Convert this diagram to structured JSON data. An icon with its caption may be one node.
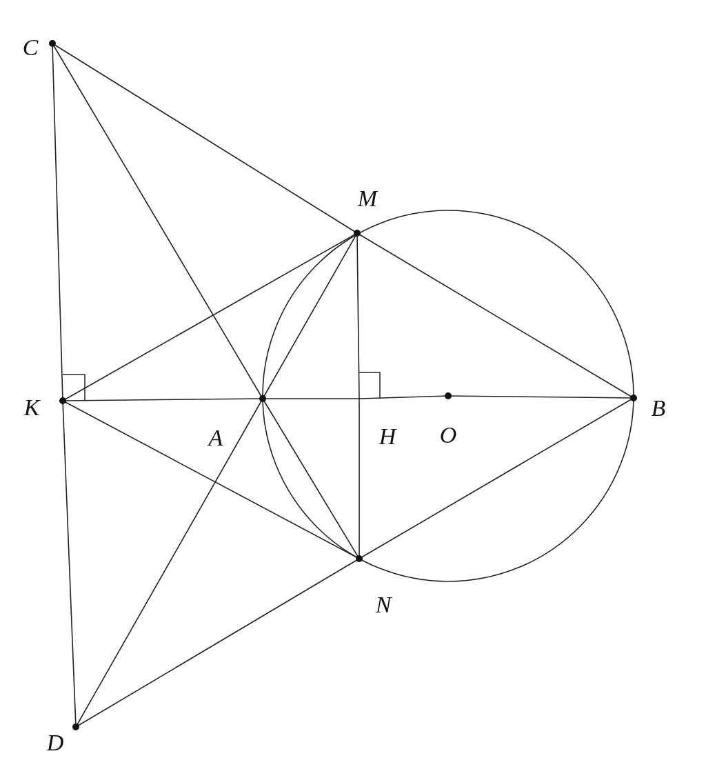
{
  "diagram": {
    "nodes": [
      {
        "text": [
          "C"
        ]
      },
      {
        "text": [
          "M"
        ]
      },
      {
        "text": [
          "K"
        ]
      },
      {
        "text": [
          "A"
        ]
      },
      {
        "text": [
          "H"
        ]
      },
      {
        "text": [
          "O"
        ]
      },
      {
        "text": [
          "B"
        ]
      },
      {
        "text": [
          "N"
        ]
      },
      {
        "text": [
          "D"
        ]
      }
    ],
    "edges": [
      {
        "from": 0,
        "to": 1,
        "arrow": "none"
      },
      {
        "from": 1,
        "to": 6,
        "arrow": "none"
      },
      {
        "from": 0,
        "to": 2,
        "arrow": "none"
      },
      {
        "from": 2,
        "to": 8,
        "arrow": "none"
      },
      {
        "from": 0,
        "to": 3,
        "arrow": "none"
      },
      {
        "from": 3,
        "to": 7,
        "arrow": "none"
      },
      {
        "from": 2,
        "to": 1,
        "arrow": "none"
      },
      {
        "from": 2,
        "to": 3,
        "arrow": "none"
      },
      {
        "from": 3,
        "to": 4,
        "arrow": "none"
      },
      {
        "from": 4,
        "to": 5,
        "arrow": "none"
      },
      {
        "from": 5,
        "to": 6,
        "arrow": "none"
      },
      {
        "from": 2,
        "to": 7,
        "arrow": "none"
      },
      {
        "from": 1,
        "to": 3,
        "arrow": "none"
      },
      {
        "from": 3,
        "to": 8,
        "arrow": "none"
      },
      {
        "from": 1,
        "to": 4,
        "arrow": "none"
      },
      {
        "from": 4,
        "to": 7,
        "arrow": "none"
      },
      {
        "from": 7,
        "to": 6,
        "arrow": "none"
      },
      {
        "from": 8,
        "to": 7,
        "arrow": "none"
      }
    ]
  }
}
